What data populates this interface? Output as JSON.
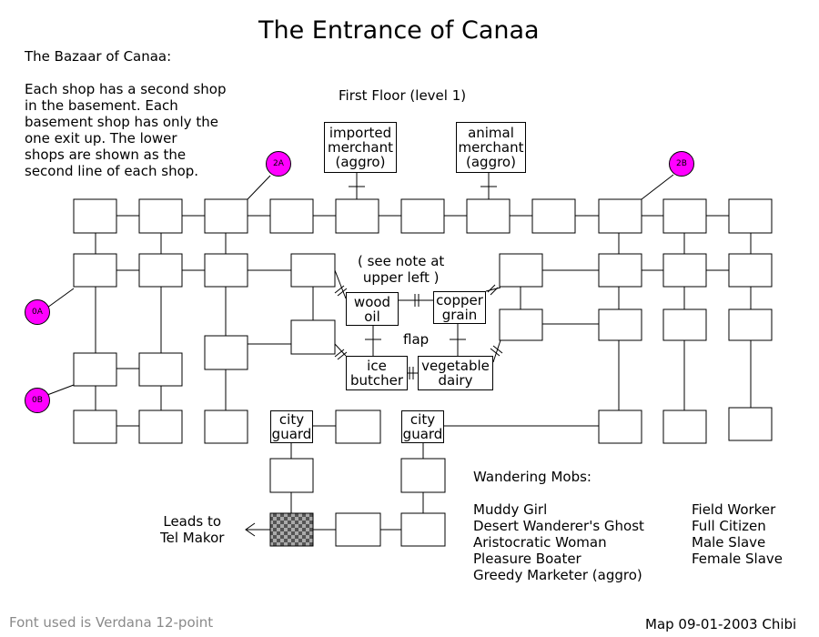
{
  "title": "The Entrance of Canaa",
  "note": {
    "heading": "The Bazaar of Canaa:",
    "body": "Each shop has a second shop\nin the basement.  Each\nbasement shop has only the\none exit up.  The lower\nshops are shown as the\nsecond line of each shop."
  },
  "floor_label": "First Floor (level 1)",
  "see_note": "( see note at\nupper left )",
  "shops": {
    "imported": "imported\nmerchant\n(aggro)",
    "animal": "animal\nmerchant\n(aggro)",
    "wood_oil": "wood\noil",
    "copper_grain": "copper\ngrain",
    "ice_butcher": "ice\nbutcher",
    "vegetable_dairy": "vegetable\ndairy",
    "guard_left": "city\nguard",
    "guard_right": "city\nguard"
  },
  "flap": "flap",
  "markers": {
    "m2A": "2A",
    "m2B": "2B",
    "m0A": "0A",
    "m0B": "0B"
  },
  "exit_label": "Leads to\nTel Makor",
  "mobs": {
    "heading": "Wandering Mobs:",
    "left": [
      "Muddy Girl",
      "Desert Wanderer's Ghost",
      "Aristocratic Woman",
      "Pleasure Boater",
      "Greedy Marketer (aggro)"
    ],
    "right": [
      "Field Worker",
      "Full Citizen",
      "Male Slave",
      "Female Slave"
    ]
  },
  "footer_font": "Font used is Verdana 12-point",
  "footer_credit": "Map 09-01-2003 Chibi",
  "colors": {
    "marker": "#ff00ff",
    "footer_font": "#8a8a8a",
    "exit_room_a": "#555555",
    "exit_room_b": "#aaaaaa"
  }
}
